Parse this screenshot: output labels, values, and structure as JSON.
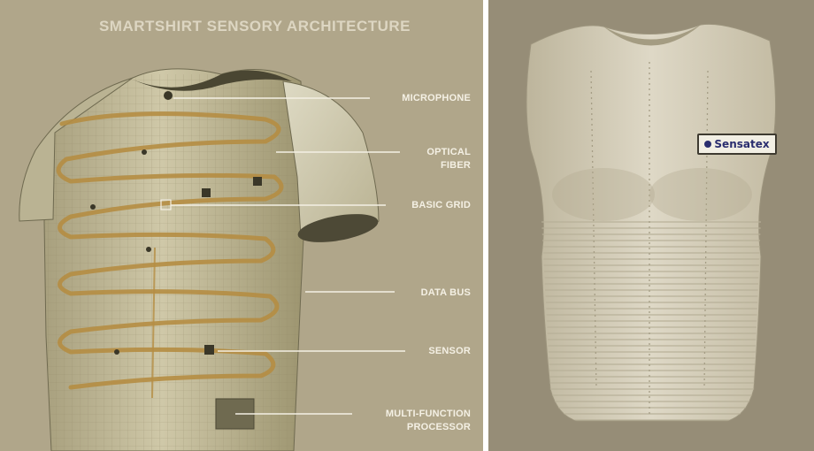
{
  "left_panel": {
    "title": "SMARTSHIRT SENSORY ARCHITECTURE",
    "callouts": {
      "microphone": "MICROPHONE",
      "optical_fiber_line1": "OPTICAL",
      "optical_fiber_line2": "FIBER",
      "basic_grid": "BASIC GRID",
      "data_bus": "DATA BUS",
      "sensor": "SENSOR",
      "processor_line1": "MULTI-FUNCTION",
      "processor_line2": "PROCESSOR"
    }
  },
  "right_panel": {
    "brand_label": "Sensatex"
  },
  "colors": {
    "left_background": "#b0a68a",
    "right_background": "#968d77",
    "fiber": "#b58d43",
    "label_text": "#f4f0e4"
  }
}
